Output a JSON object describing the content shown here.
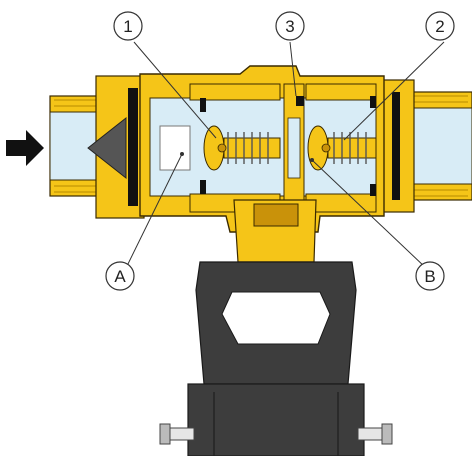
{
  "diagram": {
    "callouts": [
      {
        "id": "1",
        "label": "1"
      },
      {
        "id": "2",
        "label": "2"
      },
      {
        "id": "3",
        "label": "3"
      },
      {
        "id": "A",
        "label": "A"
      },
      {
        "id": "B",
        "label": "B"
      }
    ],
    "flow_arrow_icon": "flow-direction-arrow-icon",
    "colors": {
      "brass": "#f5c518",
      "brass_dark": "#c9920a",
      "outline": "#3a2a00",
      "water": "#d8ecf6",
      "actuator": "#3d3d3d",
      "actuator_dark": "#2a2a2a",
      "seal": "#111111"
    }
  }
}
